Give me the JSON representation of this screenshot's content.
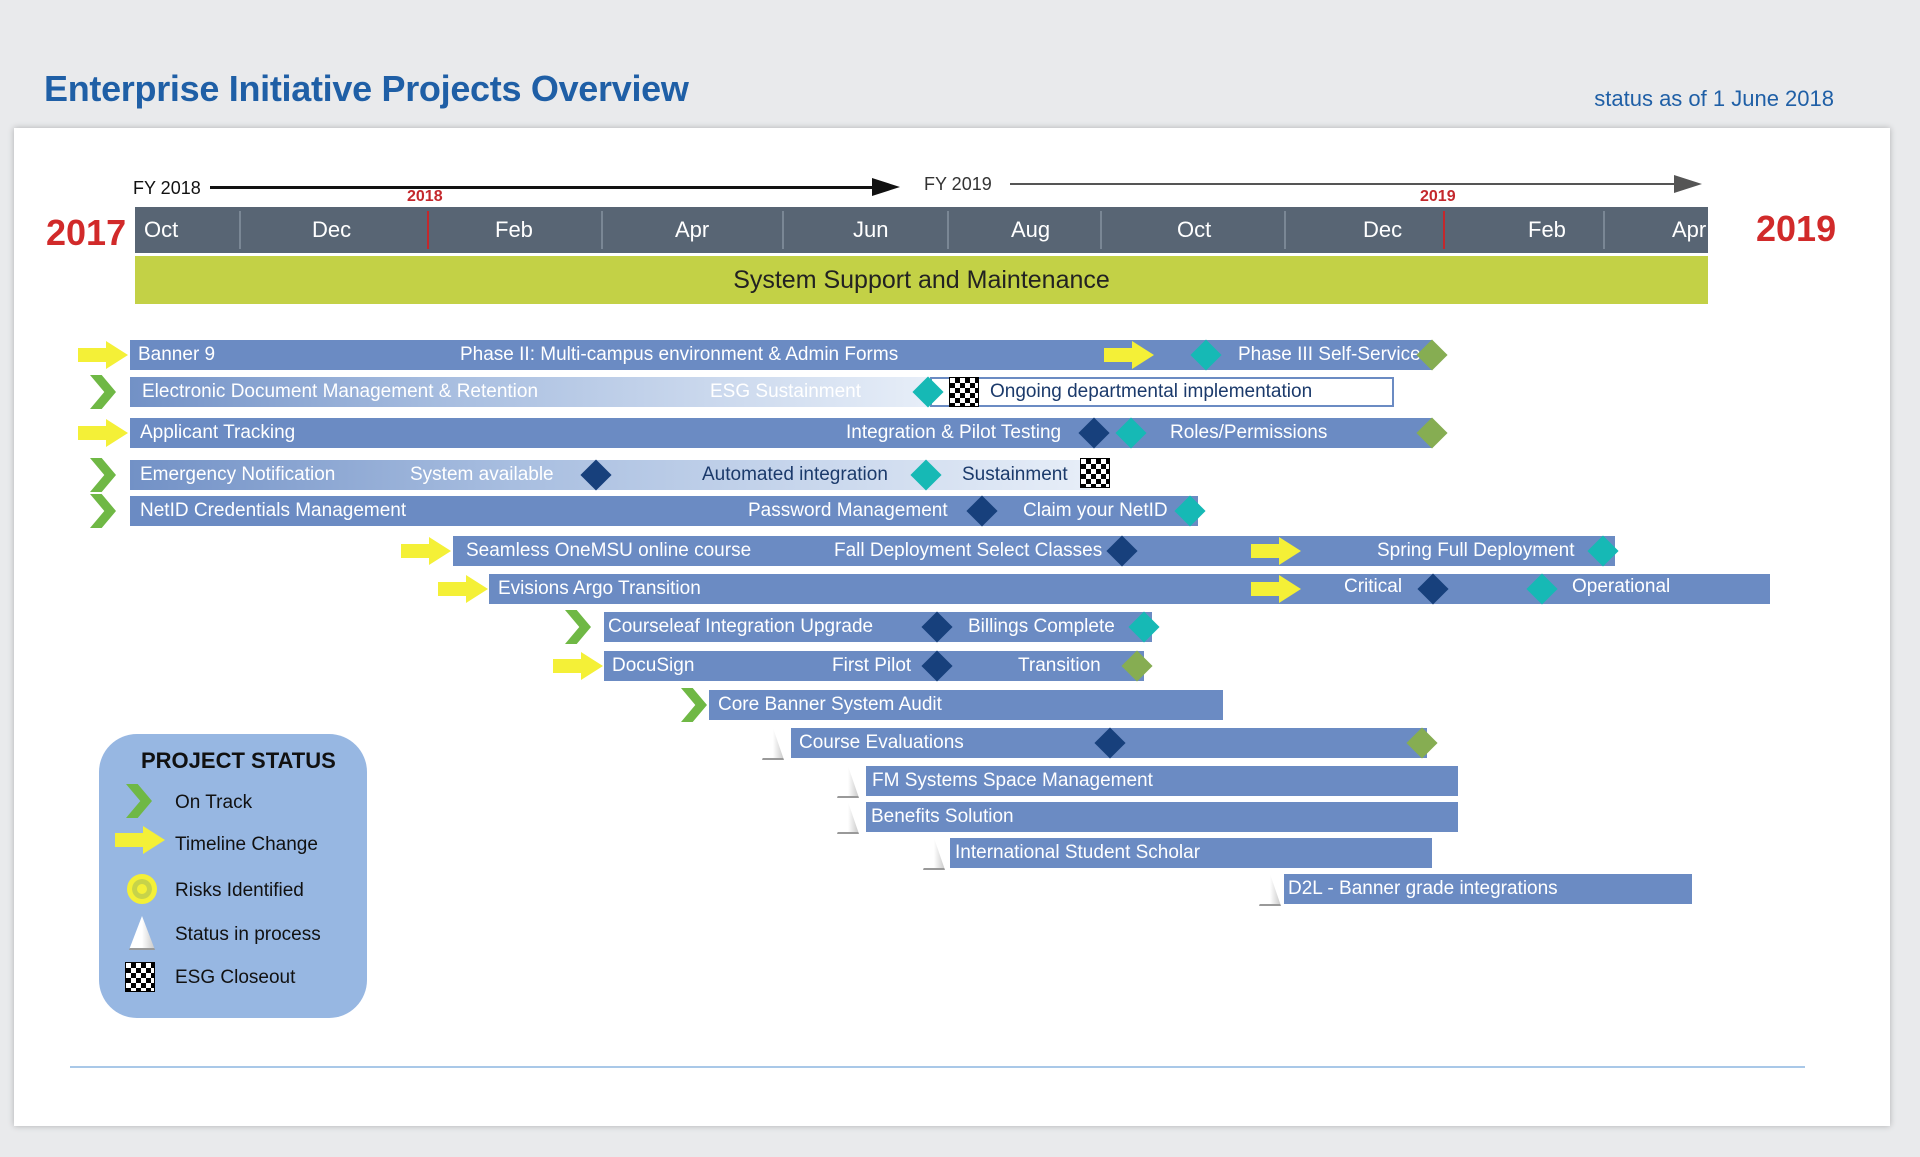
{
  "header": {
    "title": "Enterprise Initiative Projects Overview",
    "status_date": "status as of 1 June 2018"
  },
  "timeline": {
    "start_year": "2017",
    "end_year": "2019",
    "fy1": "FY 2018",
    "fy2": "FY 2019",
    "year_tick_1": "2018",
    "year_tick_2": "2019",
    "months": [
      "Oct",
      "Dec",
      "Feb",
      "Apr",
      "Jun",
      "Aug",
      "Oct",
      "Dec",
      "Feb",
      "Apr"
    ]
  },
  "support_bar": "System Support and Maintenance",
  "projects": [
    {
      "name": "Banner 9",
      "phase": "Phase II:  Multi-campus environment & Admin  Forms",
      "milestone": "Phase III Self-Service",
      "status": "Timeline Change"
    },
    {
      "name": "Electronic Document Management & Retention",
      "phase": "ESG Sustainment",
      "milestone": "Ongoing departmental implementation",
      "status": "On Track"
    },
    {
      "name": "Applicant Tracking",
      "phase": "Integration & Pilot Testing",
      "milestone": "Roles/Permissions",
      "status": "Timeline Change"
    },
    {
      "name": "Emergency Notification",
      "phase": "System available",
      "phase2": "Automated integration",
      "milestone": "Sustainment",
      "status": "On Track"
    },
    {
      "name": "NetID Credentials Management",
      "phase": "Password Management",
      "milestone": "Claim your NetID",
      "status": "On Track"
    },
    {
      "name": "Seamless OneMSU online course",
      "phase": "Fall Deployment Select Classes",
      "milestone": "Spring Full Deployment",
      "status": "Timeline Change"
    },
    {
      "name": "Evisions Argo Transition",
      "phase": "Critical",
      "milestone": "Operational",
      "status": "Timeline Change"
    },
    {
      "name": "Courseleaf  Integration Upgrade",
      "milestone": "Billings Complete",
      "status": "On Track"
    },
    {
      "name": "DocuSign",
      "phase": "First Pilot",
      "milestone": "Transition",
      "status": "Timeline Change"
    },
    {
      "name": "Core Banner System Audit",
      "status": "On Track"
    },
    {
      "name": "Course Evaluations",
      "status": "Status in process"
    },
    {
      "name": "FM Systems Space Management",
      "status": "Status in process"
    },
    {
      "name": "Benefits Solution",
      "status": "Status in process"
    },
    {
      "name": "International Student Scholar",
      "status": "Status in process"
    },
    {
      "name": "D2L - Banner  grade integrations",
      "status": "Status in process"
    }
  ],
  "legend": {
    "title": "PROJECT STATUS",
    "items": [
      {
        "label": "On Track",
        "icon": "chevron-icon"
      },
      {
        "label": "Timeline Change",
        "icon": "arrow-icon"
      },
      {
        "label": "Risks Identified",
        "icon": "ring-icon"
      },
      {
        "label": "Status  in process",
        "icon": "cone-icon"
      },
      {
        "label": "ESG Closeout",
        "icon": "checker-flag-icon"
      }
    ]
  },
  "colors": {
    "title": "#1f5fa6",
    "bar": "#6b8bc3",
    "support": "#c3d146",
    "milestone_navy": "#17407c",
    "milestone_teal": "#16b9b5",
    "milestone_green": "#86ad52",
    "timeline_change": "#f4f037",
    "on_track": "#6fb845",
    "year": "#d12a2a"
  }
}
